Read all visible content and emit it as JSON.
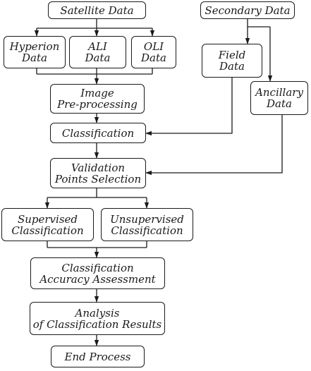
{
  "nodes": {
    "satellite_data": {
      "lines": [
        "Satellite Data"
      ]
    },
    "secondary_data": {
      "lines": [
        "Secondary Data"
      ]
    },
    "hyperion_data": {
      "lines": [
        "Hyperion",
        "Data"
      ]
    },
    "ali_data": {
      "lines": [
        "ALI",
        "Data"
      ]
    },
    "oli_data": {
      "lines": [
        "OLI",
        "Data"
      ]
    },
    "field_data": {
      "lines": [
        "Field",
        "Data"
      ]
    },
    "ancillary_data": {
      "lines": [
        "Ancillary",
        "Data"
      ]
    },
    "image_preprocessing": {
      "lines": [
        "Image",
        "Pre-processing"
      ]
    },
    "classification": {
      "lines": [
        "Classification"
      ]
    },
    "validation_points_selection": {
      "lines": [
        "Validation",
        "Points Selection"
      ]
    },
    "supervised_classification": {
      "lines": [
        "Supervised",
        "Classification"
      ]
    },
    "unsupervised_classification": {
      "lines": [
        "Unsupervised",
        "Classification"
      ]
    },
    "accuracy_assessment": {
      "lines": [
        "Classification",
        "Accuracy Assessment"
      ]
    },
    "analysis_results": {
      "lines": [
        "Analysis",
        "of Classification Results"
      ]
    },
    "end_process": {
      "lines": [
        "End Process"
      ]
    }
  },
  "colors": {
    "stroke": "#1a1a1a",
    "fill": "#ffffff",
    "text": "#1a1a1a"
  }
}
